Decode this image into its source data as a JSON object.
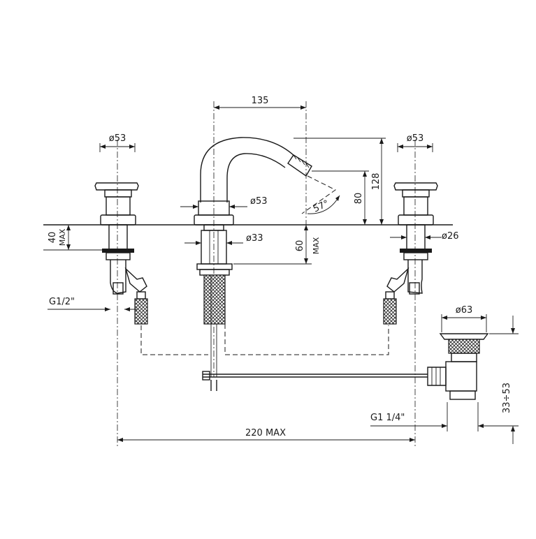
{
  "labels": {
    "dim_135": "135",
    "dim_d53_left": "ø53",
    "dim_d53_right": "ø53",
    "dim_d53_spout": "ø53",
    "dim_128": "128",
    "dim_80": "80",
    "dim_57": "57°",
    "dim_40_max": "40\nMAX",
    "dim_40": "40",
    "dim_max_a": "MAX",
    "dim_60": "60",
    "dim_max_b": "MAX",
    "dim_d33": "ø33",
    "dim_d26": "ø26",
    "dim_g12": "G1/2\"",
    "dim_d63": "ø63",
    "dim_g114": "G1  1/4\"",
    "dim_33_53": "33÷53",
    "dim_220": "220  MAX"
  },
  "colors": {
    "line": "#1a1a1a",
    "background": "#ffffff"
  }
}
